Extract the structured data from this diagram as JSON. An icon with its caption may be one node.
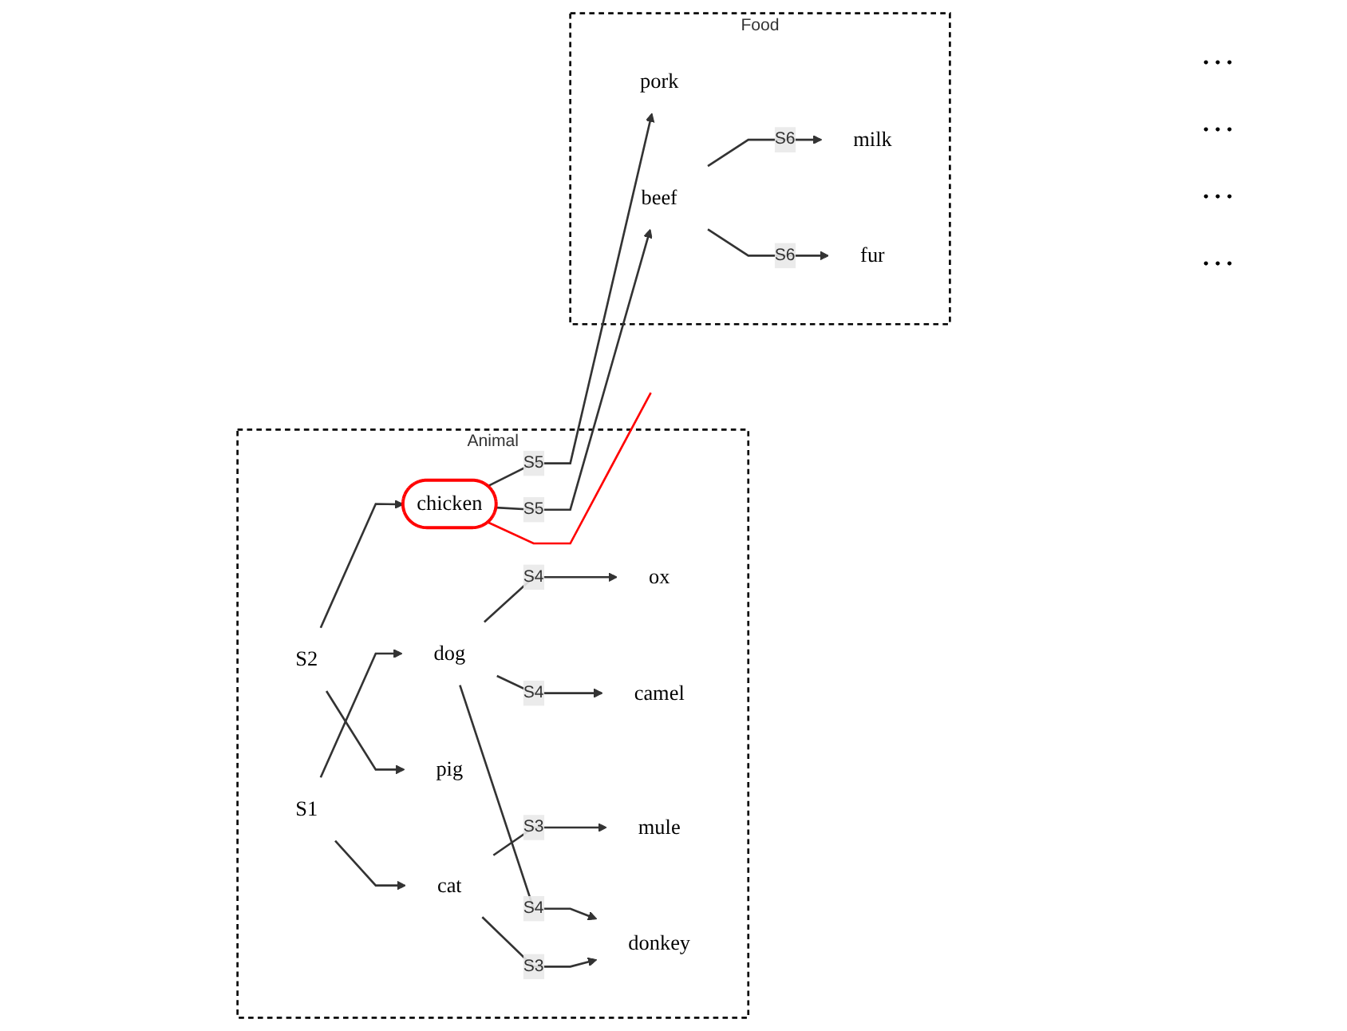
{
  "diagram": {
    "nodes": [
      {
        "text": [
          "Animal"
        ]
      },
      {
        "text": [
          "S1"
        ],
        "in": 0
      },
      {
        "text": [
          "S2"
        ],
        "in": 0
      },
      {
        "text": [
          "dog"
        ],
        "in": 0
      },
      {
        "text": [
          "cat"
        ],
        "in": 0
      },
      {
        "text": [
          "pig"
        ],
        "in": 0
      },
      {
        "text": [
          "chicken"
        ],
        "in": 0
      },
      {
        "text": [
          "ox"
        ],
        "in": 0
      },
      {
        "text": [
          "camel"
        ],
        "in": 0
      },
      {
        "text": [
          "mule"
        ],
        "in": 0
      },
      {
        "text": [
          "donkey"
        ],
        "in": 0
      },
      {
        "text": [
          "Food"
        ]
      },
      {
        "text": [
          "pork"
        ],
        "in": 11
      },
      {
        "text": [
          "beef"
        ],
        "in": 11
      },
      {
        "text": [
          "milk"
        ],
        "in": 11
      },
      {
        "text": [
          "fur"
        ],
        "in": 11
      }
    ],
    "edges": [
      {
        "from": 1,
        "to": 3,
        "arrow": "to"
      },
      {
        "from": 1,
        "to": 4,
        "arrow": "to"
      },
      {
        "from": 2,
        "to": 5,
        "arrow": "to"
      },
      {
        "from": 2,
        "to": 6,
        "arrow": "to"
      },
      {
        "from": 3,
        "to": 7,
        "label": "S4",
        "arrow": "to"
      },
      {
        "from": 3,
        "to": 8,
        "label": "S4",
        "arrow": "to"
      },
      {
        "from": 3,
        "to": 10,
        "label": "S4",
        "arrow": "to"
      },
      {
        "from": 4,
        "to": 9,
        "label": "S3",
        "arrow": "to"
      },
      {
        "from": 4,
        "to": 10,
        "label": "S3",
        "arrow": "to"
      },
      {
        "from": 6,
        "to": 12,
        "label": "S5",
        "arrow": "to"
      },
      {
        "from": 6,
        "to": 13,
        "label": "S5",
        "arrow": "to"
      },
      {
        "from": 13,
        "to": 14,
        "label": "S6",
        "arrow": "to"
      },
      {
        "from": 13,
        "to": 15,
        "label": "S6",
        "arrow": "to"
      },
      {
        "from": 6,
        "to": null,
        "arrow": "none",
        "color": "#ff0000"
      }
    ],
    "labels": [
      "…",
      "…",
      "…",
      "…"
    ]
  }
}
